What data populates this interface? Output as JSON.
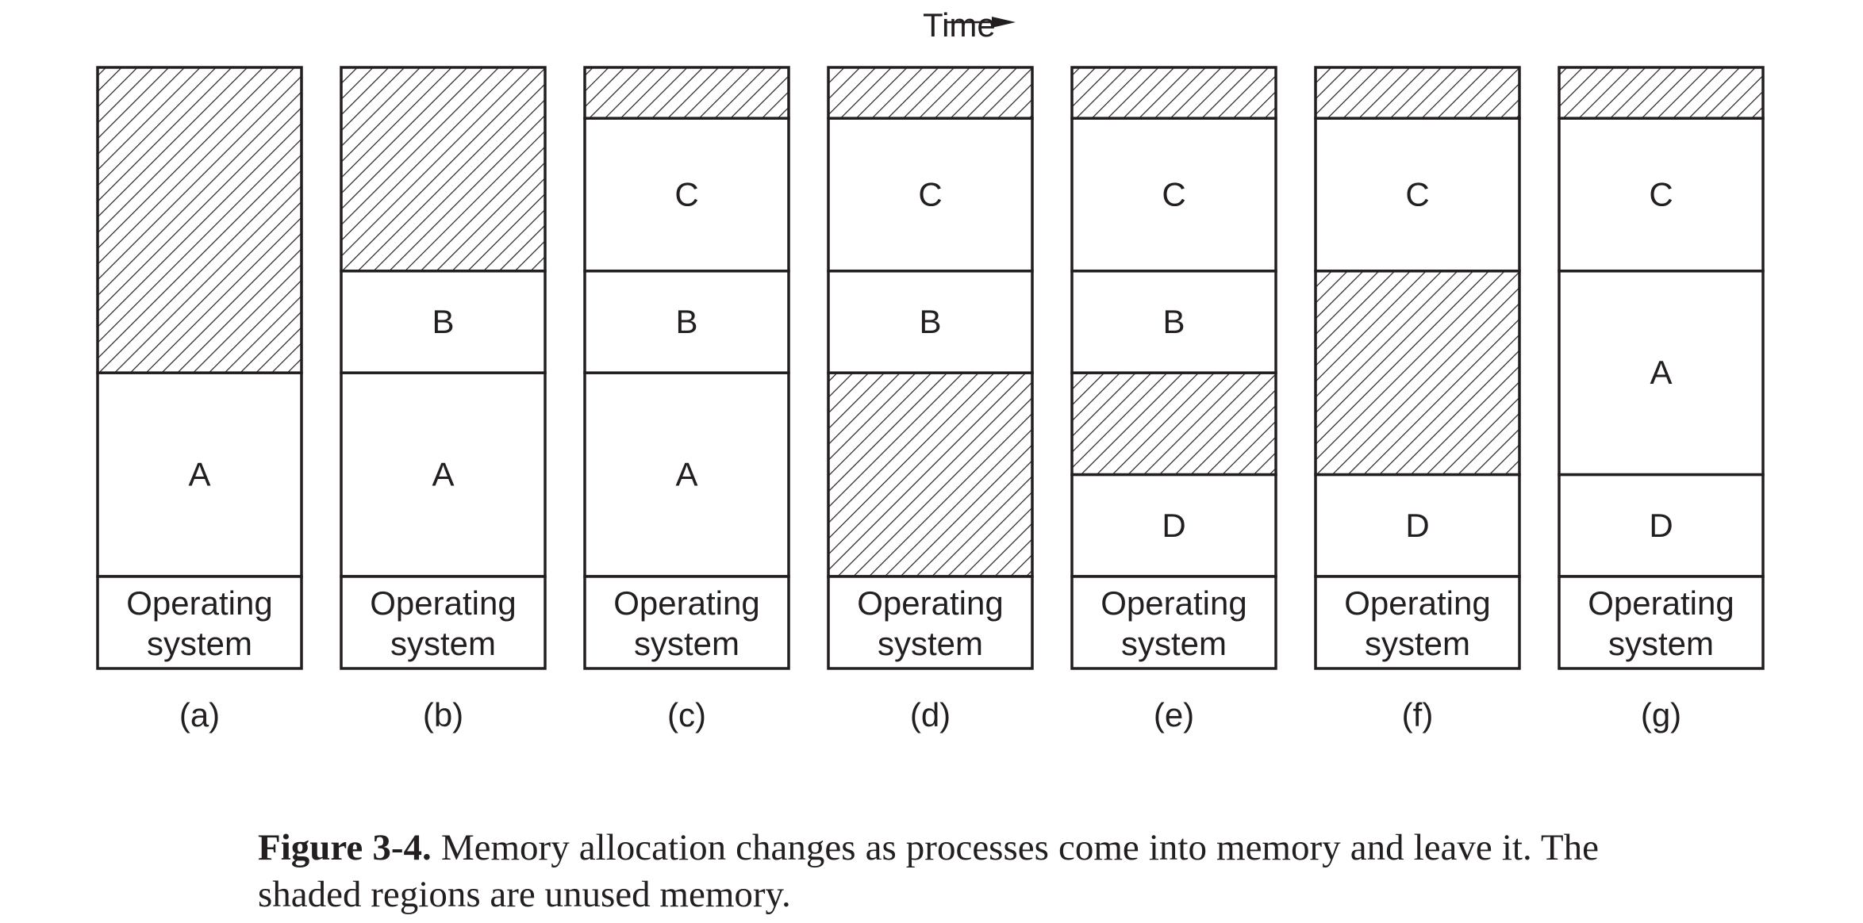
{
  "time_label": "Time",
  "columns": [
    {
      "label": "(a)",
      "regions": [
        {
          "kind": "free",
          "size": 0.6,
          "label": ""
        },
        {
          "kind": "process",
          "size": 0.4,
          "label": "A"
        }
      ]
    },
    {
      "label": "(b)",
      "regions": [
        {
          "kind": "free",
          "size": 0.4,
          "label": ""
        },
        {
          "kind": "process",
          "size": 0.2,
          "label": "B"
        },
        {
          "kind": "process",
          "size": 0.4,
          "label": "A"
        }
      ]
    },
    {
      "label": "(c)",
      "regions": [
        {
          "kind": "free",
          "size": 0.1,
          "label": ""
        },
        {
          "kind": "process",
          "size": 0.3,
          "label": "C"
        },
        {
          "kind": "process",
          "size": 0.2,
          "label": "B"
        },
        {
          "kind": "process",
          "size": 0.4,
          "label": "A"
        }
      ]
    },
    {
      "label": "(d)",
      "regions": [
        {
          "kind": "free",
          "size": 0.1,
          "label": ""
        },
        {
          "kind": "process",
          "size": 0.3,
          "label": "C"
        },
        {
          "kind": "process",
          "size": 0.2,
          "label": "B"
        },
        {
          "kind": "free",
          "size": 0.4,
          "label": ""
        }
      ]
    },
    {
      "label": "(e)",
      "regions": [
        {
          "kind": "free",
          "size": 0.1,
          "label": ""
        },
        {
          "kind": "process",
          "size": 0.3,
          "label": "C"
        },
        {
          "kind": "process",
          "size": 0.2,
          "label": "B"
        },
        {
          "kind": "free",
          "size": 0.2,
          "label": ""
        },
        {
          "kind": "process",
          "size": 0.2,
          "label": "D"
        }
      ]
    },
    {
      "label": "(f)",
      "regions": [
        {
          "kind": "free",
          "size": 0.1,
          "label": ""
        },
        {
          "kind": "process",
          "size": 0.3,
          "label": "C"
        },
        {
          "kind": "free",
          "size": 0.4,
          "label": ""
        },
        {
          "kind": "process",
          "size": 0.2,
          "label": "D"
        }
      ]
    },
    {
      "label": "(g)",
      "regions": [
        {
          "kind": "free",
          "size": 0.1,
          "label": ""
        },
        {
          "kind": "process",
          "size": 0.3,
          "label": "C"
        },
        {
          "kind": "process",
          "size": 0.4,
          "label": "A"
        },
        {
          "kind": "process",
          "size": 0.2,
          "label": "D"
        }
      ]
    }
  ],
  "os_region": {
    "line1": "Operating",
    "line2": "system"
  },
  "caption": {
    "figure_number": "Figure 3-4.",
    "text": "Memory allocation changes as processes come into memory and leave it. The shaded regions are unused memory."
  },
  "colors": {
    "stroke": "#231f20",
    "background": "#ffffff"
  }
}
